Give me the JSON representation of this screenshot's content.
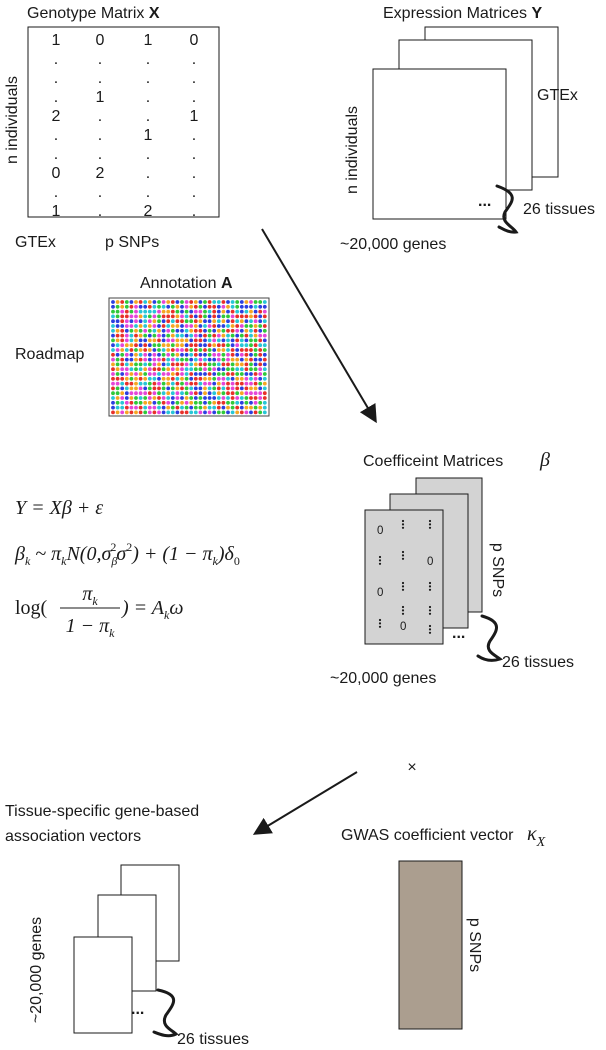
{
  "genotype": {
    "title": "Genotype Matrix ",
    "title_symbol": "X",
    "row_axis": "n  individuals",
    "col_axis": "p SNPs",
    "source": "GTEx",
    "matrix": [
      [
        "1",
        "0",
        "1",
        "0"
      ],
      [
        ".",
        ".",
        ".",
        "."
      ],
      [
        ".",
        ".",
        ".",
        "."
      ],
      [
        ".",
        "1",
        ".",
        "."
      ],
      [
        "2",
        ".",
        ".",
        "1"
      ],
      [
        ".",
        ".",
        "1",
        "."
      ],
      [
        ".",
        ".",
        ".",
        "."
      ],
      [
        "0",
        "2",
        ".",
        "."
      ],
      [
        ".",
        ".",
        ".",
        "."
      ],
      [
        "1",
        ".",
        "2",
        "."
      ]
    ]
  },
  "expression": {
    "title": "Expression Matrices ",
    "title_symbol": "Y",
    "row_axis": "n  individuals",
    "col_axis": "~20,000 genes",
    "source": "GTEx",
    "tissues": "26 tissues",
    "ellipsis": "..."
  },
  "annotation": {
    "title": "Annotation ",
    "title_symbol": "A",
    "source": "Roadmap",
    "dot_colors": [
      "#e8302a",
      "#2fc93a",
      "#2b3fe0",
      "#f5a623",
      "#e546d8",
      "#27c6d6"
    ]
  },
  "equations": {
    "eq1": {
      "lhs": "Y",
      "rhs": " = Xβ + ε"
    },
    "eq2": {
      "beta": "β",
      "sub_k": "k",
      "part1": " ~ π",
      "part2": "N(0,σ",
      "sub_beta": "β",
      "sup2": "2",
      "part3": "σ",
      "sup2b": "2",
      "part4": ") + (1 − π",
      "part5": ")δ",
      "sub0": "0"
    },
    "eq3": {
      "log": "log(",
      "numerator": "π",
      "denom": "1 − π",
      "close": ") = A",
      "omega": "ω",
      "sub_k": "k"
    }
  },
  "coefficients": {
    "title": "Coefficeint Matrices",
    "symbol": "β",
    "col_axis": "~20,000 genes",
    "row_axis": "p SNPs",
    "tissues": "26 tissues",
    "ellipsis": "...",
    "zero": "0",
    "fill_color": "#d3d3d3"
  },
  "operator": "×",
  "association": {
    "title_line1": "Tissue-specific gene-based",
    "title_line2": "association vectors",
    "row_axis": "~20,000 genes",
    "tissues": "26 tissues",
    "ellipsis": "..."
  },
  "gwas": {
    "title": "GWAS coefficient vector ",
    "symbol": "κ",
    "symbol_sub": "X",
    "row_axis": "p SNPs",
    "fill_color": "#ab9e8f"
  }
}
